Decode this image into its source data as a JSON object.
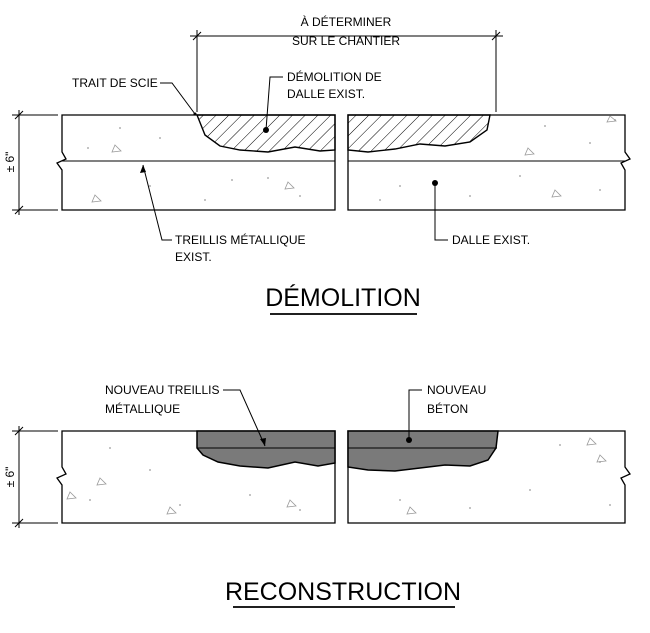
{
  "demolition": {
    "dim_top_line1": "À DÉTERMINER",
    "dim_top_line2": "SUR LE CHANTIER",
    "saw_cut": "TRAIT DE SCIE",
    "demo_line1": "DÉMOLITION DE",
    "demo_line2": "DALLE EXIST.",
    "mesh_line1": "TREILLIS MÉTALLIQUE",
    "mesh_line2": "EXIST.",
    "slab": "DALLE EXIST.",
    "thickness": "± 6\"",
    "title": "DÉMOLITION"
  },
  "reconstruction": {
    "mesh_line1": "NOUVEAU TREILLIS",
    "mesh_line2": "MÉTALLIQUE",
    "concrete_line1": "NOUVEAU",
    "concrete_line2": "BÉTON",
    "thickness": "± 6\"",
    "title": "RECONSTRUCTION"
  },
  "colors": {
    "new_concrete": "#7a7a7a",
    "line": "#000000"
  }
}
